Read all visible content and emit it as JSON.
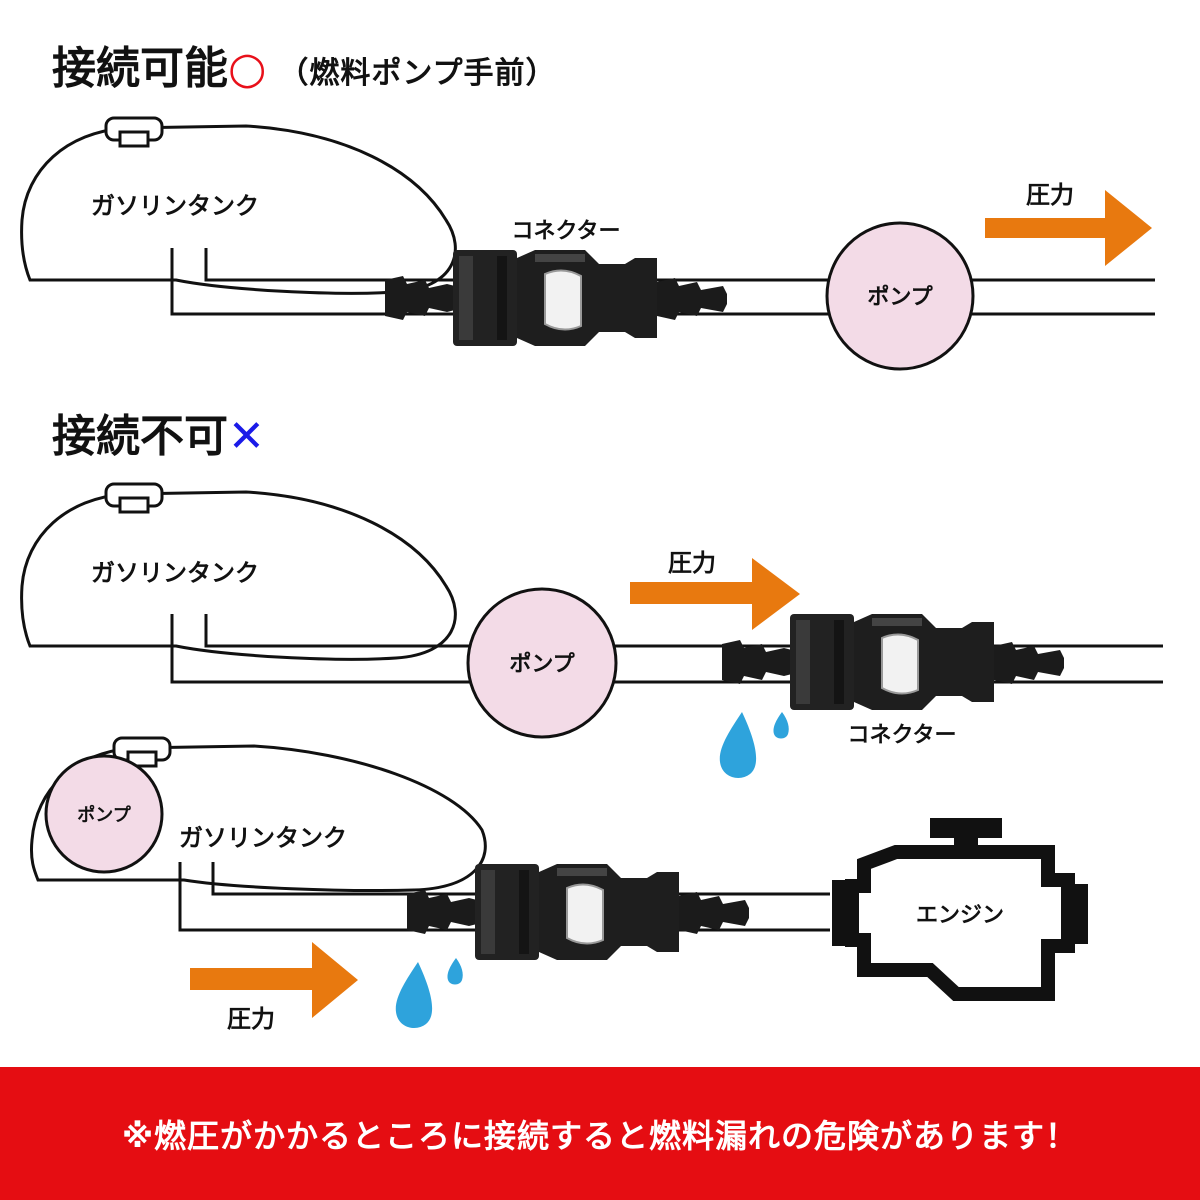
{
  "section_ok": {
    "title": "接続可能",
    "mark": "○",
    "note": "（燃料ポンプ手前）"
  },
  "section_ng": {
    "title": "接続不可",
    "mark": "✕"
  },
  "labels": {
    "tank": "ガソリンタンク",
    "connector": "コネクター",
    "pump": "ポンプ",
    "pressure": "圧力",
    "engine": "エンジン"
  },
  "warning": "※燃圧がかかるところに接続すると燃料漏れの危険があります！",
  "colors": {
    "arrow": "#e8790f",
    "pump_fill": "#f3dbe7",
    "drop": "#2ea3dc",
    "banner": "#e50d12",
    "ok_mark": "#e8101a",
    "ng_mark": "#1a1ae8"
  }
}
